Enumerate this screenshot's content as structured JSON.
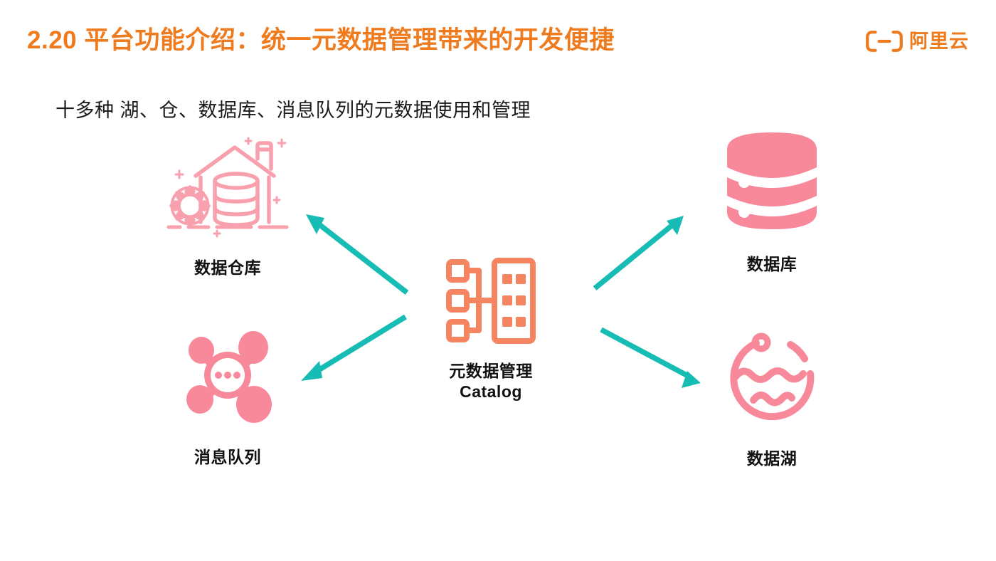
{
  "slide": {
    "title": "2.20 平台功能介绍：统一元数据管理带来的开发便捷",
    "subtitle": "十多种 湖、仓、数据库、消息队列的元数据使用和管理",
    "background_color": "#ffffff"
  },
  "brand": {
    "name": "阿里云",
    "mark_icon": "alibaba-cloud-bracket-icon",
    "color": "#EF7B1F"
  },
  "colors": {
    "title_orange": "#EF7B1F",
    "center_icon_orange": "#F58560",
    "node_icon_pink": "#F8899B",
    "arrow_teal": "#17BCB4",
    "text_black": "#111111"
  },
  "diagram": {
    "type": "hub-and-spoke",
    "center": {
      "id": "catalog",
      "label_line1": "元数据管理",
      "label_line2": "Catalog",
      "icon": "catalog-tree-icon",
      "color": "#F58560"
    },
    "nodes": [
      {
        "id": "warehouse",
        "label": "数据仓库",
        "icon": "data-warehouse-house-icon",
        "color": "#F8899B",
        "position": "top-left"
      },
      {
        "id": "database",
        "label": "数据库",
        "icon": "database-cylinder-icon",
        "color": "#F8899B",
        "position": "top-right"
      },
      {
        "id": "message-queue",
        "label": "消息队列",
        "icon": "message-queue-nodes-icon",
        "color": "#F8899B",
        "position": "bottom-left"
      },
      {
        "id": "data-lake",
        "label": "数据湖",
        "icon": "data-lake-waves-icon",
        "color": "#F8899B",
        "position": "bottom-right"
      }
    ],
    "arrows": [
      {
        "id": "arrow-to-warehouse",
        "from": "catalog",
        "to": "warehouse",
        "color": "#17BCB4",
        "direction": "up-left"
      },
      {
        "id": "arrow-to-database",
        "from": "catalog",
        "to": "database",
        "color": "#17BCB4",
        "direction": "up-right"
      },
      {
        "id": "arrow-to-message-queue",
        "from": "catalog",
        "to": "message-queue",
        "color": "#17BCB4",
        "direction": "down-left"
      },
      {
        "id": "arrow-to-data-lake",
        "from": "catalog",
        "to": "data-lake",
        "color": "#17BCB4",
        "direction": "down-right"
      }
    ]
  }
}
